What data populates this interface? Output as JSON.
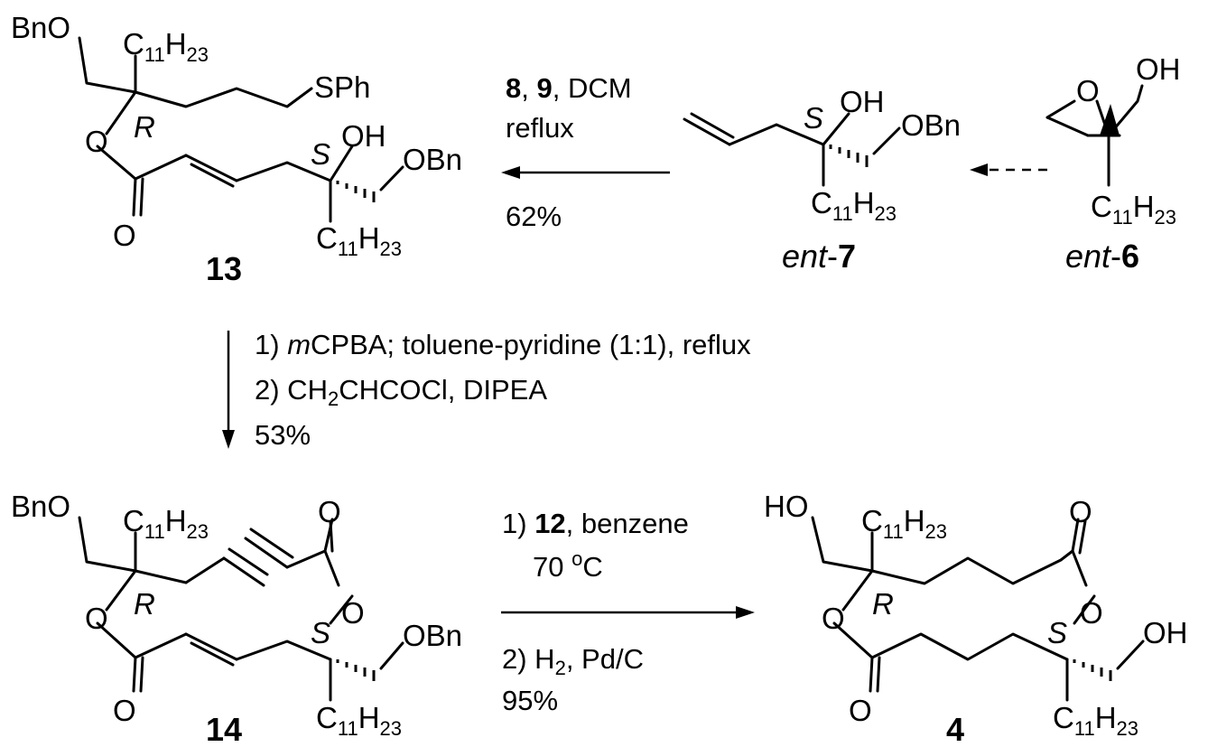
{
  "atoms": {
    "bno": "BnO",
    "obn": "OBn",
    "ho": "HO",
    "oh": "OH",
    "o": "O",
    "sph": "SPh",
    "c": "C",
    "h": "H",
    "c_sub": "11",
    "h_sub": "23"
  },
  "stereo": {
    "r": "R",
    "s": "S"
  },
  "compounds": {
    "c13": {
      "label": "13"
    },
    "c14": {
      "label": "14"
    },
    "c4": {
      "label": "4"
    },
    "ent7": {
      "prefix": "ent",
      "dash": "-",
      "number": "7"
    },
    "ent6": {
      "prefix": "ent",
      "dash": "-",
      "number": "6"
    }
  },
  "steps": {
    "step1": {
      "reagent_a": "8",
      "comma": ", ",
      "reagent_b": "9",
      "solvent": ", DCM",
      "line2": "reflux",
      "yield": "62%"
    },
    "step2": {
      "line1_prefix": "1) ",
      "line1_italic": "m",
      "line1_rest": "CPBA; toluene-pyridine (1:1), reflux",
      "line2_prefix": "2) CH",
      "line2_sub": "2",
      "line2_rest": "CHCOCl, DIPEA",
      "yield": "53%"
    },
    "step3": {
      "line1_prefix": "1) ",
      "line1_bold": "12",
      "line1_rest": ", benzene",
      "line2_prefix": "70 ",
      "line2_sup": "o",
      "line2_rest": "C",
      "line3_prefix": "2) H",
      "line3_sub": "2",
      "line3_rest": ", Pd/C",
      "yield": "95%"
    }
  }
}
